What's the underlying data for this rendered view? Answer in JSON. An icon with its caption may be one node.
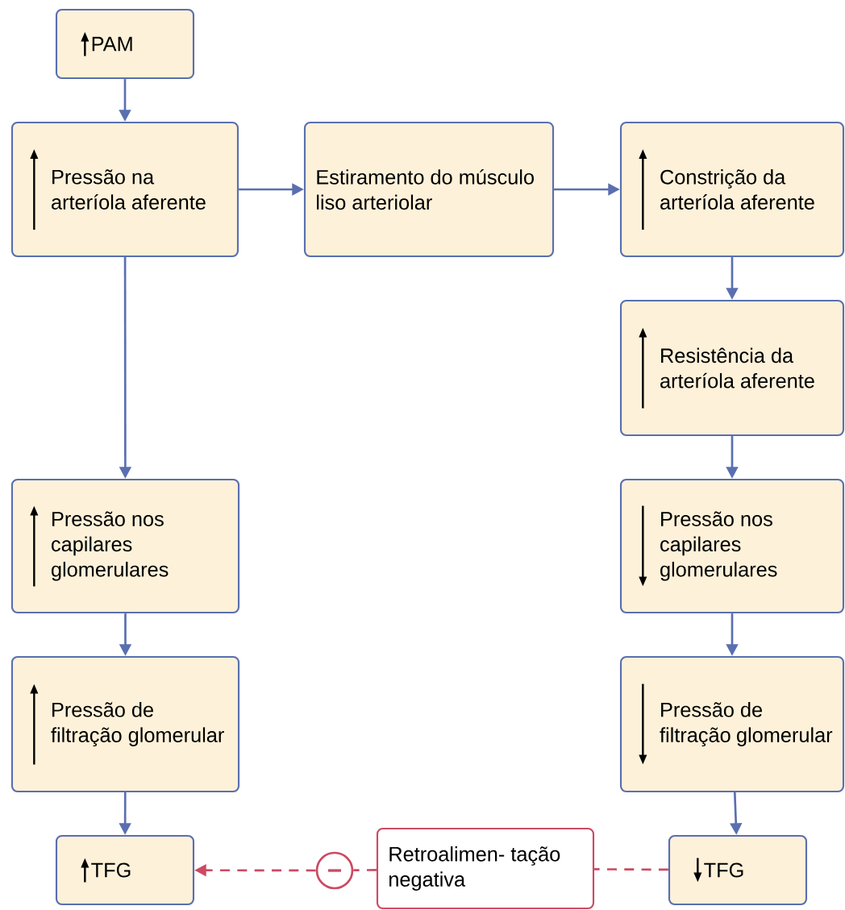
{
  "diagram": {
    "nodes": [
      {
        "text": [
          "PAM"
        ]
      },
      {
        "text": [
          "Pressão na arteríola aferente"
        ]
      },
      {
        "text": [
          "Estiramento do músculo liso arteriolar"
        ]
      },
      {
        "text": [
          "Constrição da arteríola aferente"
        ]
      },
      {
        "text": [
          "Resistência da arteríola aferente"
        ]
      },
      {
        "text": [
          "Pressão nos capilares glomerulares"
        ]
      },
      {
        "text": [
          "Pressão nos capilares glomerulares"
        ]
      },
      {
        "text": [
          "Pressão de filtração glomerular"
        ]
      },
      {
        "text": [
          "Pressão de filtração glomerular"
        ]
      },
      {
        "text": [
          "TFG"
        ]
      },
      {
        "text": [
          "Retroalimen- tação negativa"
        ]
      },
      {
        "text": [
          "TFG"
        ]
      },
      {
        "text": [],
        "shape": "circle"
      }
    ],
    "edges": [
      {
        "from": 0,
        "to": 1,
        "arrow": "to"
      },
      {
        "from": 1,
        "to": 2,
        "arrow": "to"
      },
      {
        "from": 2,
        "to": 3,
        "arrow": "to"
      },
      {
        "from": 3,
        "to": 4,
        "arrow": "to"
      },
      {
        "from": 4,
        "to": 6,
        "arrow": "to"
      },
      {
        "from": 6,
        "to": 8,
        "arrow": "to"
      },
      {
        "from": 8,
        "to": 11,
        "arrow": "to"
      },
      {
        "from": 1,
        "to": 5,
        "arrow": "to"
      },
      {
        "from": 5,
        "to": 7,
        "arrow": "to"
      },
      {
        "from": 7,
        "to": 9,
        "arrow": "to"
      },
      {
        "from": 11,
        "to": 10,
        "arrow": "none",
        "style": "dashed",
        "color": "#cc4a62"
      },
      {
        "from": 10,
        "to": 12,
        "arrow": "none",
        "style": "dashed",
        "color": "#cc4a62"
      },
      {
        "from": 12,
        "to": 9,
        "arrow": "to",
        "style": "dashed",
        "color": "#cc4a62"
      }
    ]
  }
}
